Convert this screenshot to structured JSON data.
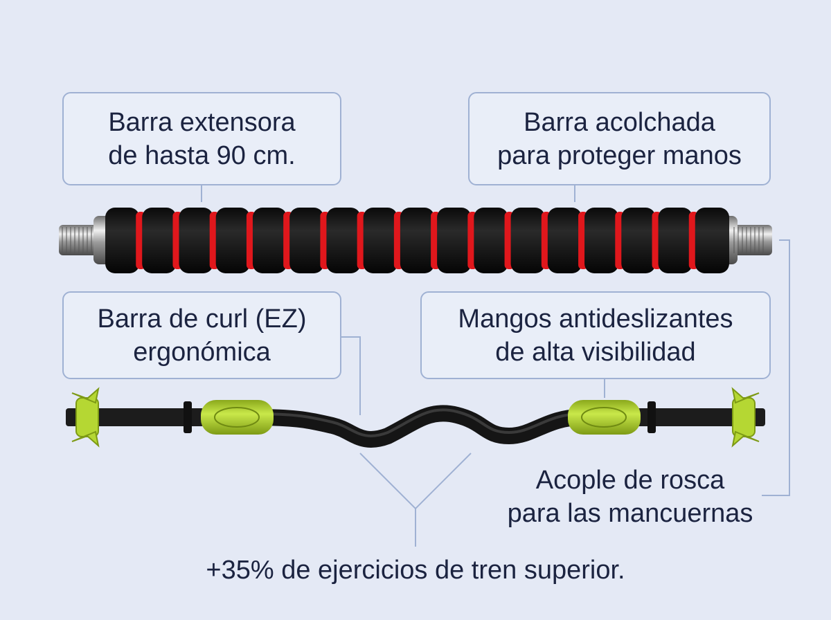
{
  "callouts": {
    "extensora": [
      "Barra extensora",
      "de hasta 90 cm."
    ],
    "acolchada": [
      "Barra acolchada",
      "para proteger manos"
    ],
    "curl": [
      "Barra de curl (EZ)",
      "ergonómica"
    ],
    "mangos": [
      "Mangos antideslizantes",
      "de alta visibilidad"
    ],
    "acople": [
      "Acople de rosca",
      "para las mancuernas"
    ]
  },
  "footer": "+35% de ejercicios de tren superior.",
  "colors": {
    "background": "#e4e9f5",
    "border": "#9fb1d3",
    "text": "#1b2340",
    "foam": "#141414",
    "foam_ring": "#e0171c",
    "handle": "#b5d733",
    "bar": "#1c1c1c",
    "metal": "#a8a8a8"
  },
  "icons": [
    "padded-bar-image",
    "ez-curl-bar-image"
  ]
}
